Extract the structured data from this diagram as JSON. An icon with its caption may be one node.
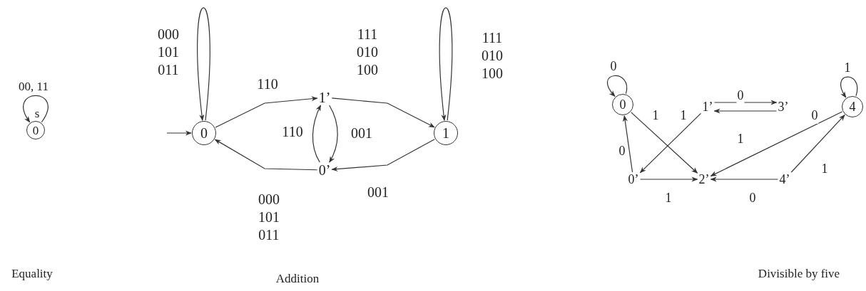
{
  "diagram": {
    "nodes": [
      {
        "text": [
          "0"
        ]
      },
      {
        "text": [
          "0"
        ]
      },
      {
        "text": [
          "1’"
        ]
      },
      {
        "text": [
          "0’"
        ]
      },
      {
        "text": [
          "1"
        ]
      },
      {
        "text": [
          "0"
        ]
      },
      {
        "text": [
          "1’"
        ]
      },
      {
        "text": [
          "3’"
        ]
      },
      {
        "text": [
          "4"
        ]
      },
      {
        "text": [
          "0’"
        ]
      },
      {
        "text": [
          "2’"
        ]
      },
      {
        "text": [
          "4’"
        ]
      }
    ],
    "edges": [
      {
        "from": 0,
        "to": 0,
        "arrow": "to",
        "label": "00, 11"
      },
      {
        "from": null,
        "to": 1,
        "arrow": "to"
      },
      {
        "from": 1,
        "to": 1,
        "arrow": "to",
        "label": "000 101 011"
      },
      {
        "from": 1,
        "to": 2,
        "arrow": "to",
        "label": "110"
      },
      {
        "from": 2,
        "to": 4,
        "arrow": "to",
        "label": "111 010 100"
      },
      {
        "from": 4,
        "to": 4,
        "arrow": "to",
        "label": "111 010 100"
      },
      {
        "from": 2,
        "to": 3,
        "arrow": "to",
        "label": "001"
      },
      {
        "from": 3,
        "to": 2,
        "arrow": "to",
        "label": "110"
      },
      {
        "from": 4,
        "to": 3,
        "arrow": "to",
        "label": "001"
      },
      {
        "from": 3,
        "to": 1,
        "arrow": "to",
        "label": "000 101 011"
      },
      {
        "from": 5,
        "to": 5,
        "arrow": "to",
        "label": "0"
      },
      {
        "from": 8,
        "to": 8,
        "arrow": "to",
        "label": "1"
      },
      {
        "from": 5,
        "to": 10,
        "arrow": "to",
        "label": "1"
      },
      {
        "from": 6,
        "to": 9,
        "arrow": "to",
        "label": "1"
      },
      {
        "from": 6,
        "to": 7,
        "arrow": "to",
        "label": "0"
      },
      {
        "from": 7,
        "to": 6,
        "arrow": "to",
        "label": "1"
      },
      {
        "from": 8,
        "to": 10,
        "arrow": "to",
        "label": "0"
      },
      {
        "from": 9,
        "to": 5,
        "arrow": "to",
        "label": "0"
      },
      {
        "from": 9,
        "to": 10,
        "arrow": "to",
        "label": "1"
      },
      {
        "from": 11,
        "to": 10,
        "arrow": "to",
        "label": "0"
      },
      {
        "from": 11,
        "to": 8,
        "arrow": "to",
        "label": "1"
      }
    ],
    "labels": [
      "s",
      "Equality",
      "Addition",
      "Divisible by five"
    ]
  }
}
